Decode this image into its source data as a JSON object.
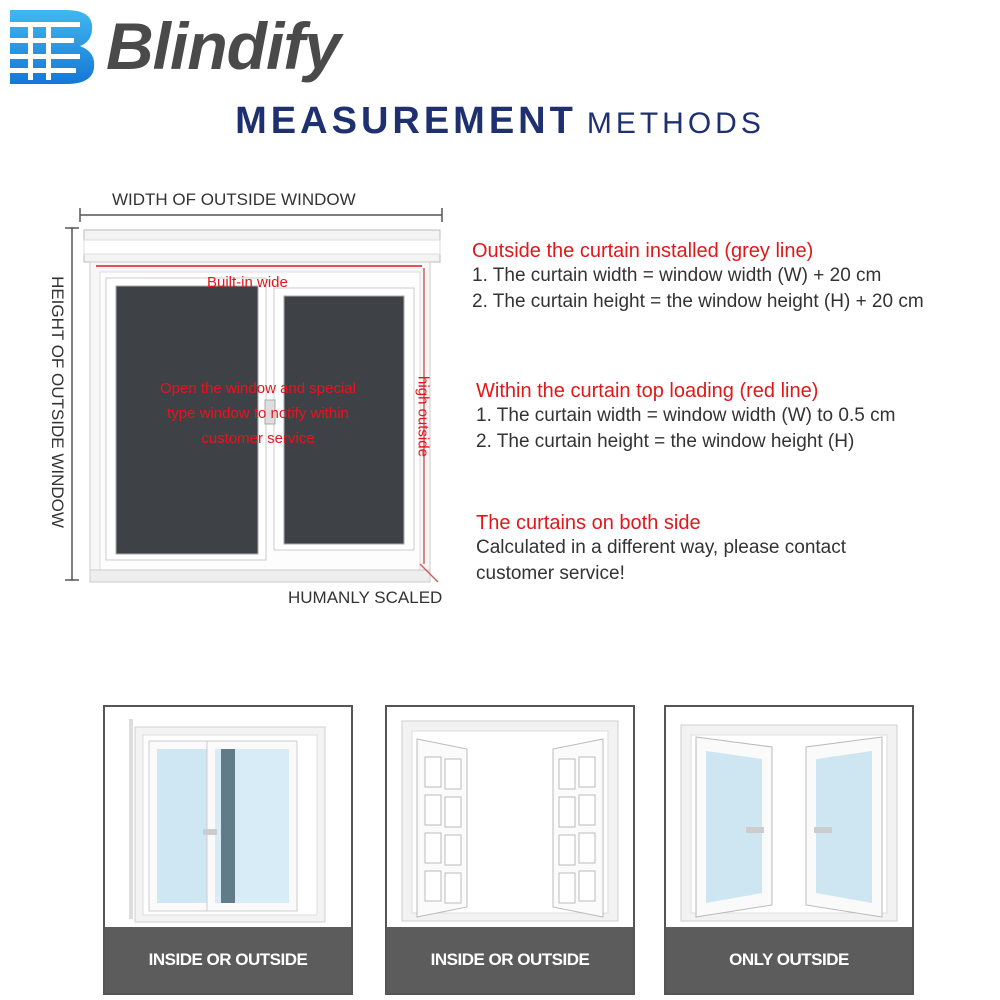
{
  "brand": {
    "name": "Blindify"
  },
  "heading": {
    "main": "MEASUREMENT",
    "sub": "METHODS"
  },
  "diagram": {
    "width_label": "WIDTH OF OUTSIDE WINDOW",
    "height_label": "HEIGHT OF OUTSIDE WINDOW",
    "builtin_label": "Built-in wide",
    "high_label": "high outside",
    "note_lines": [
      "Open the window and special",
      "type window to notify within",
      "customer service"
    ],
    "scale_label": "HUMANLY SCALED"
  },
  "sections": [
    {
      "title": "Outside the curtain installed (grey line)",
      "lines": [
        "1. The curtain width = window width (W) + 20 cm",
        "2. The curtain height = the window height (H) + 20 cm"
      ]
    },
    {
      "title": "Within the curtain top loading (red line)",
      "lines": [
        "1. The curtain width = window width (W) to 0.5 cm",
        "2. The curtain height = the window height (H)"
      ]
    },
    {
      "title": "The curtains on both side",
      "lines": [
        "Calculated in a different way, please contact",
        "customer service!"
      ]
    }
  ],
  "cards": [
    {
      "label": "INSIDE OR OUTSIDE"
    },
    {
      "label": "INSIDE OR OUTSIDE"
    },
    {
      "label": "ONLY OUTSIDE"
    }
  ],
  "colors": {
    "heading": "#1e3070",
    "accent_red": "#e01818",
    "logo_blue": "#1aa3e8",
    "card_label_bg": "#5c5c5c"
  }
}
